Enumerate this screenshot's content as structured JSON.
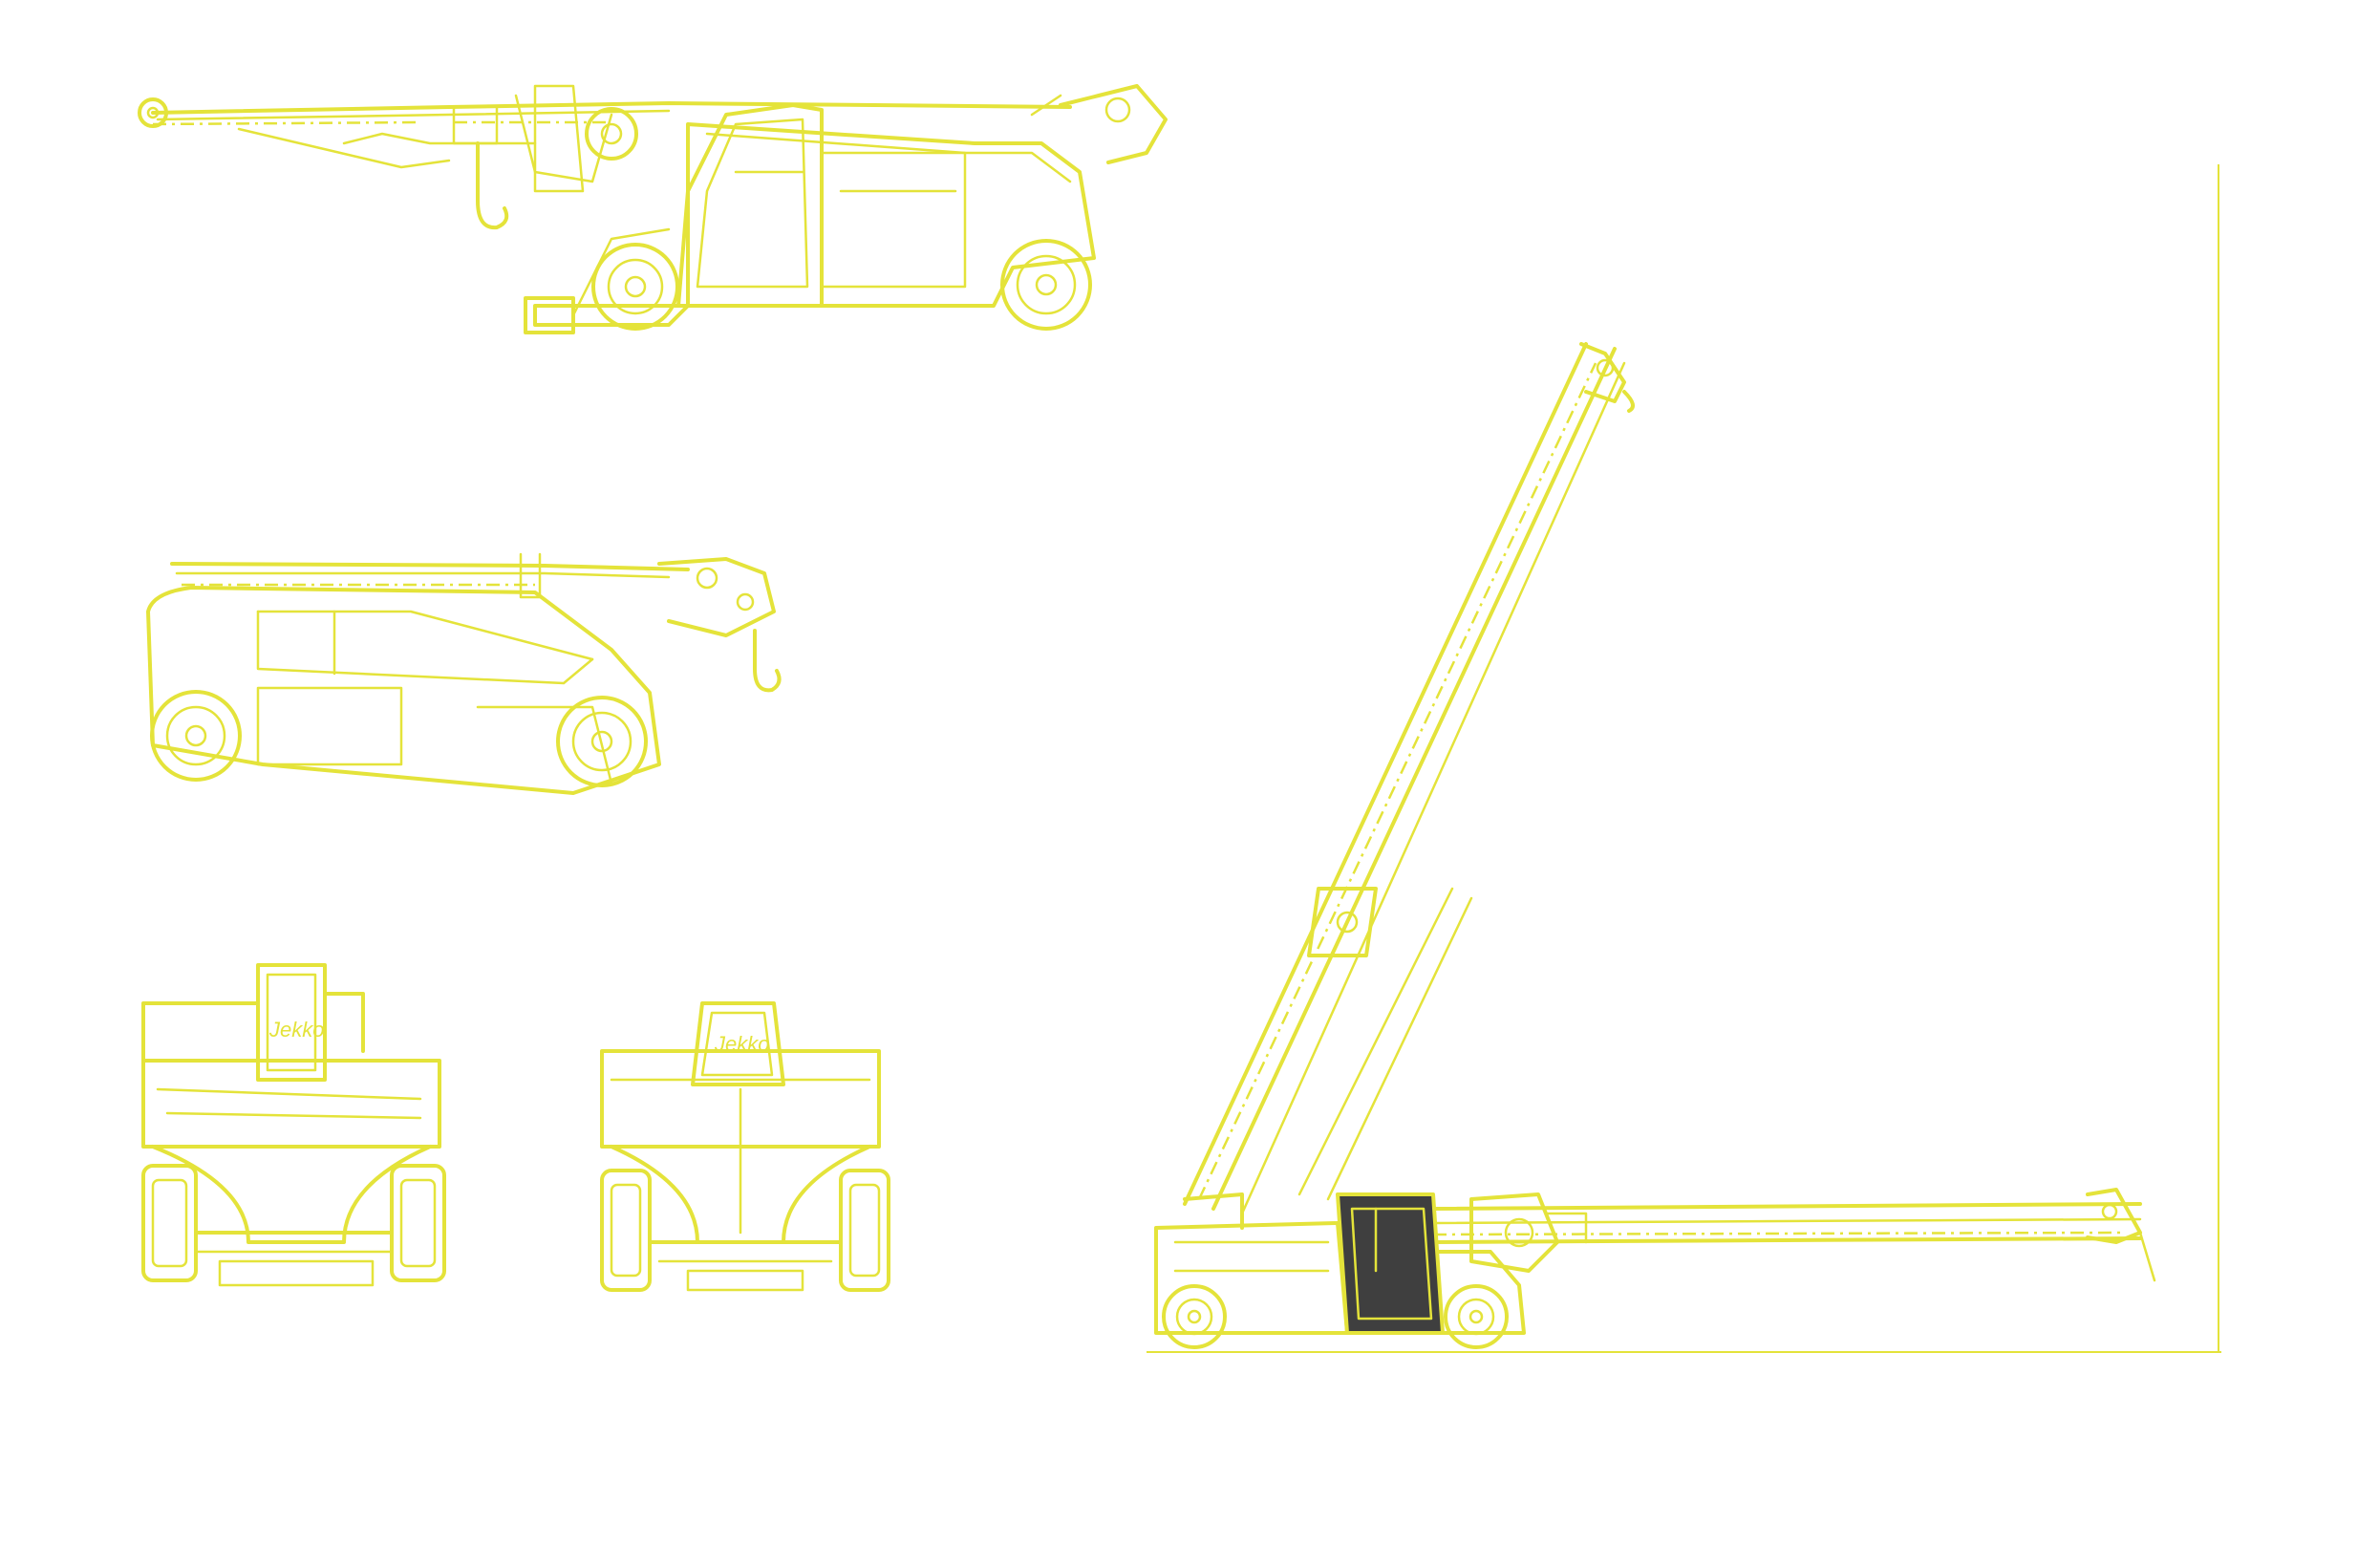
{
  "drawing": {
    "line_color": "#E4E33A",
    "cab_fill": "#3F3F3F",
    "background": "#FFFFFF"
  },
  "views": [
    {
      "name": "side-view-transport-boom-left",
      "label": ""
    },
    {
      "name": "side-view-transport-boom-right",
      "label": ""
    },
    {
      "name": "front-view",
      "label": ""
    },
    {
      "name": "rear-view",
      "label": ""
    },
    {
      "name": "side-view-working-boom-raised",
      "label": ""
    }
  ],
  "logo": {
    "text": "Jekko"
  }
}
